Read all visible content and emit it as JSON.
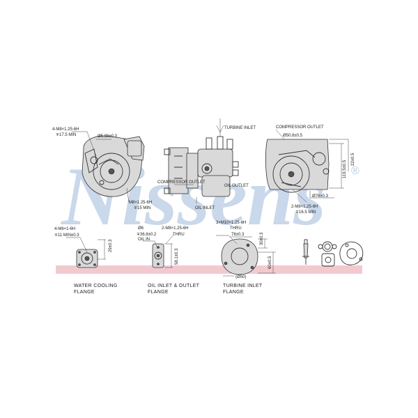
{
  "watermark": {
    "text": "Nissens",
    "registered_mark": "®",
    "color": "#b7cbe3"
  },
  "band": {
    "color": "#f3c9d0"
  },
  "labels": {
    "wc_flange_thread": "4-M8×1.25-6H",
    "wc_flange_depth": "∓17.5 MIN",
    "wc_flange_dia": "Ø5.88±0.3",
    "oil_thread_main": "M8×1.25-6H",
    "oil_thread_depth": "∓15 MIN",
    "inlet_arrow_1": "TURBINE INLET",
    "inlet_arrow_2": "COMPRESSOR OUTLET",
    "oil_in_small": "OIL INLET",
    "oil_out_small": "OIL OUTLET",
    "comp_outlet_tag": "COMPRESSOR OUTLET",
    "comp_dia": "Ø50.8±0.5",
    "comp_dim_vert": "119.5±0.5",
    "comp_dim_side": "22±0.5",
    "comp_outer_dia": "Ø76±0.3",
    "comp_flange_thread": "2-M8×1.25-6H",
    "comp_flange_depth": "∓16.5 MIN",
    "wcf_thread": "4-M6×1-6H",
    "wcf_depth": "∓11 MIN±0.3",
    "wcf_dim": "29±0.3",
    "oil_dia_6": "Ø6",
    "oil_depth": "∓36.8±0.2",
    "oil_in_tag": "OIL IN",
    "oil_thread_2": "2-M8×1.25-6H",
    "oil_thru": "THRU",
    "oil_dim": "58.1±0.3",
    "tif_thread": "3×M10×1.25-6H",
    "tif_thru": "THRU",
    "tif_dim1": "78±0.3",
    "tif_dim2": "30±0.3",
    "tif_dim3": "60±0.5",
    "tif_dia": "(Ø50)"
  },
  "captions": {
    "water_cooling_1": "WATER COOLING",
    "water_cooling_2": "FLANGE",
    "oil_flange_1": "OIL INLET & OUTLET",
    "oil_flange_2": "FLANGE",
    "turbine_flange_1": "TURBINE INLET",
    "turbine_flange_2": "FLANGE"
  }
}
